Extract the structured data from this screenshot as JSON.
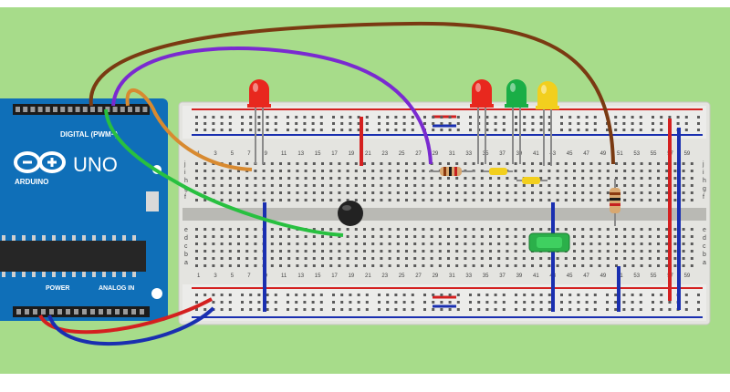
{
  "arduino": {
    "model": "UNO",
    "brand": "ARDUINO",
    "digital_header": "DIGITAL (PWM~)",
    "power_header": "POWER",
    "analog_header": "ANALOG IN",
    "board_color": "#0f6fb8"
  },
  "breadboard": {
    "body_color": "#e4e4e0",
    "row_letters_top": [
      "j",
      "i",
      "h",
      "g",
      "f"
    ],
    "row_letters_bottom": [
      "e",
      "d",
      "c",
      "b",
      "a"
    ],
    "column_numbers": [
      "1",
      "3",
      "5",
      "7",
      "9",
      "11",
      "13",
      "15",
      "17",
      "19",
      "21",
      "23",
      "25",
      "27",
      "29",
      "31",
      "33",
      "35",
      "37",
      "39",
      "41",
      "43",
      "45",
      "47",
      "49",
      "51",
      "53",
      "55",
      "57",
      "59"
    ]
  },
  "components": {
    "leds": [
      {
        "color_name": "red",
        "color": "#e8281e"
      },
      {
        "color_name": "red",
        "color": "#e8281e"
      },
      {
        "color_name": "green",
        "color": "#1aae46"
      },
      {
        "color_name": "yellow",
        "color": "#f2cf1e"
      }
    ],
    "transistor_color": "#222222",
    "button_color": "#2bb04a"
  },
  "wires": {
    "brown": "#7a3a12",
    "purple": "#7a2ad0",
    "orange": "#d88a30",
    "green": "#28c040",
    "red": "#d42020",
    "blue": "#1a2fb0"
  },
  "colors": {
    "background": "#a7dc8a"
  }
}
